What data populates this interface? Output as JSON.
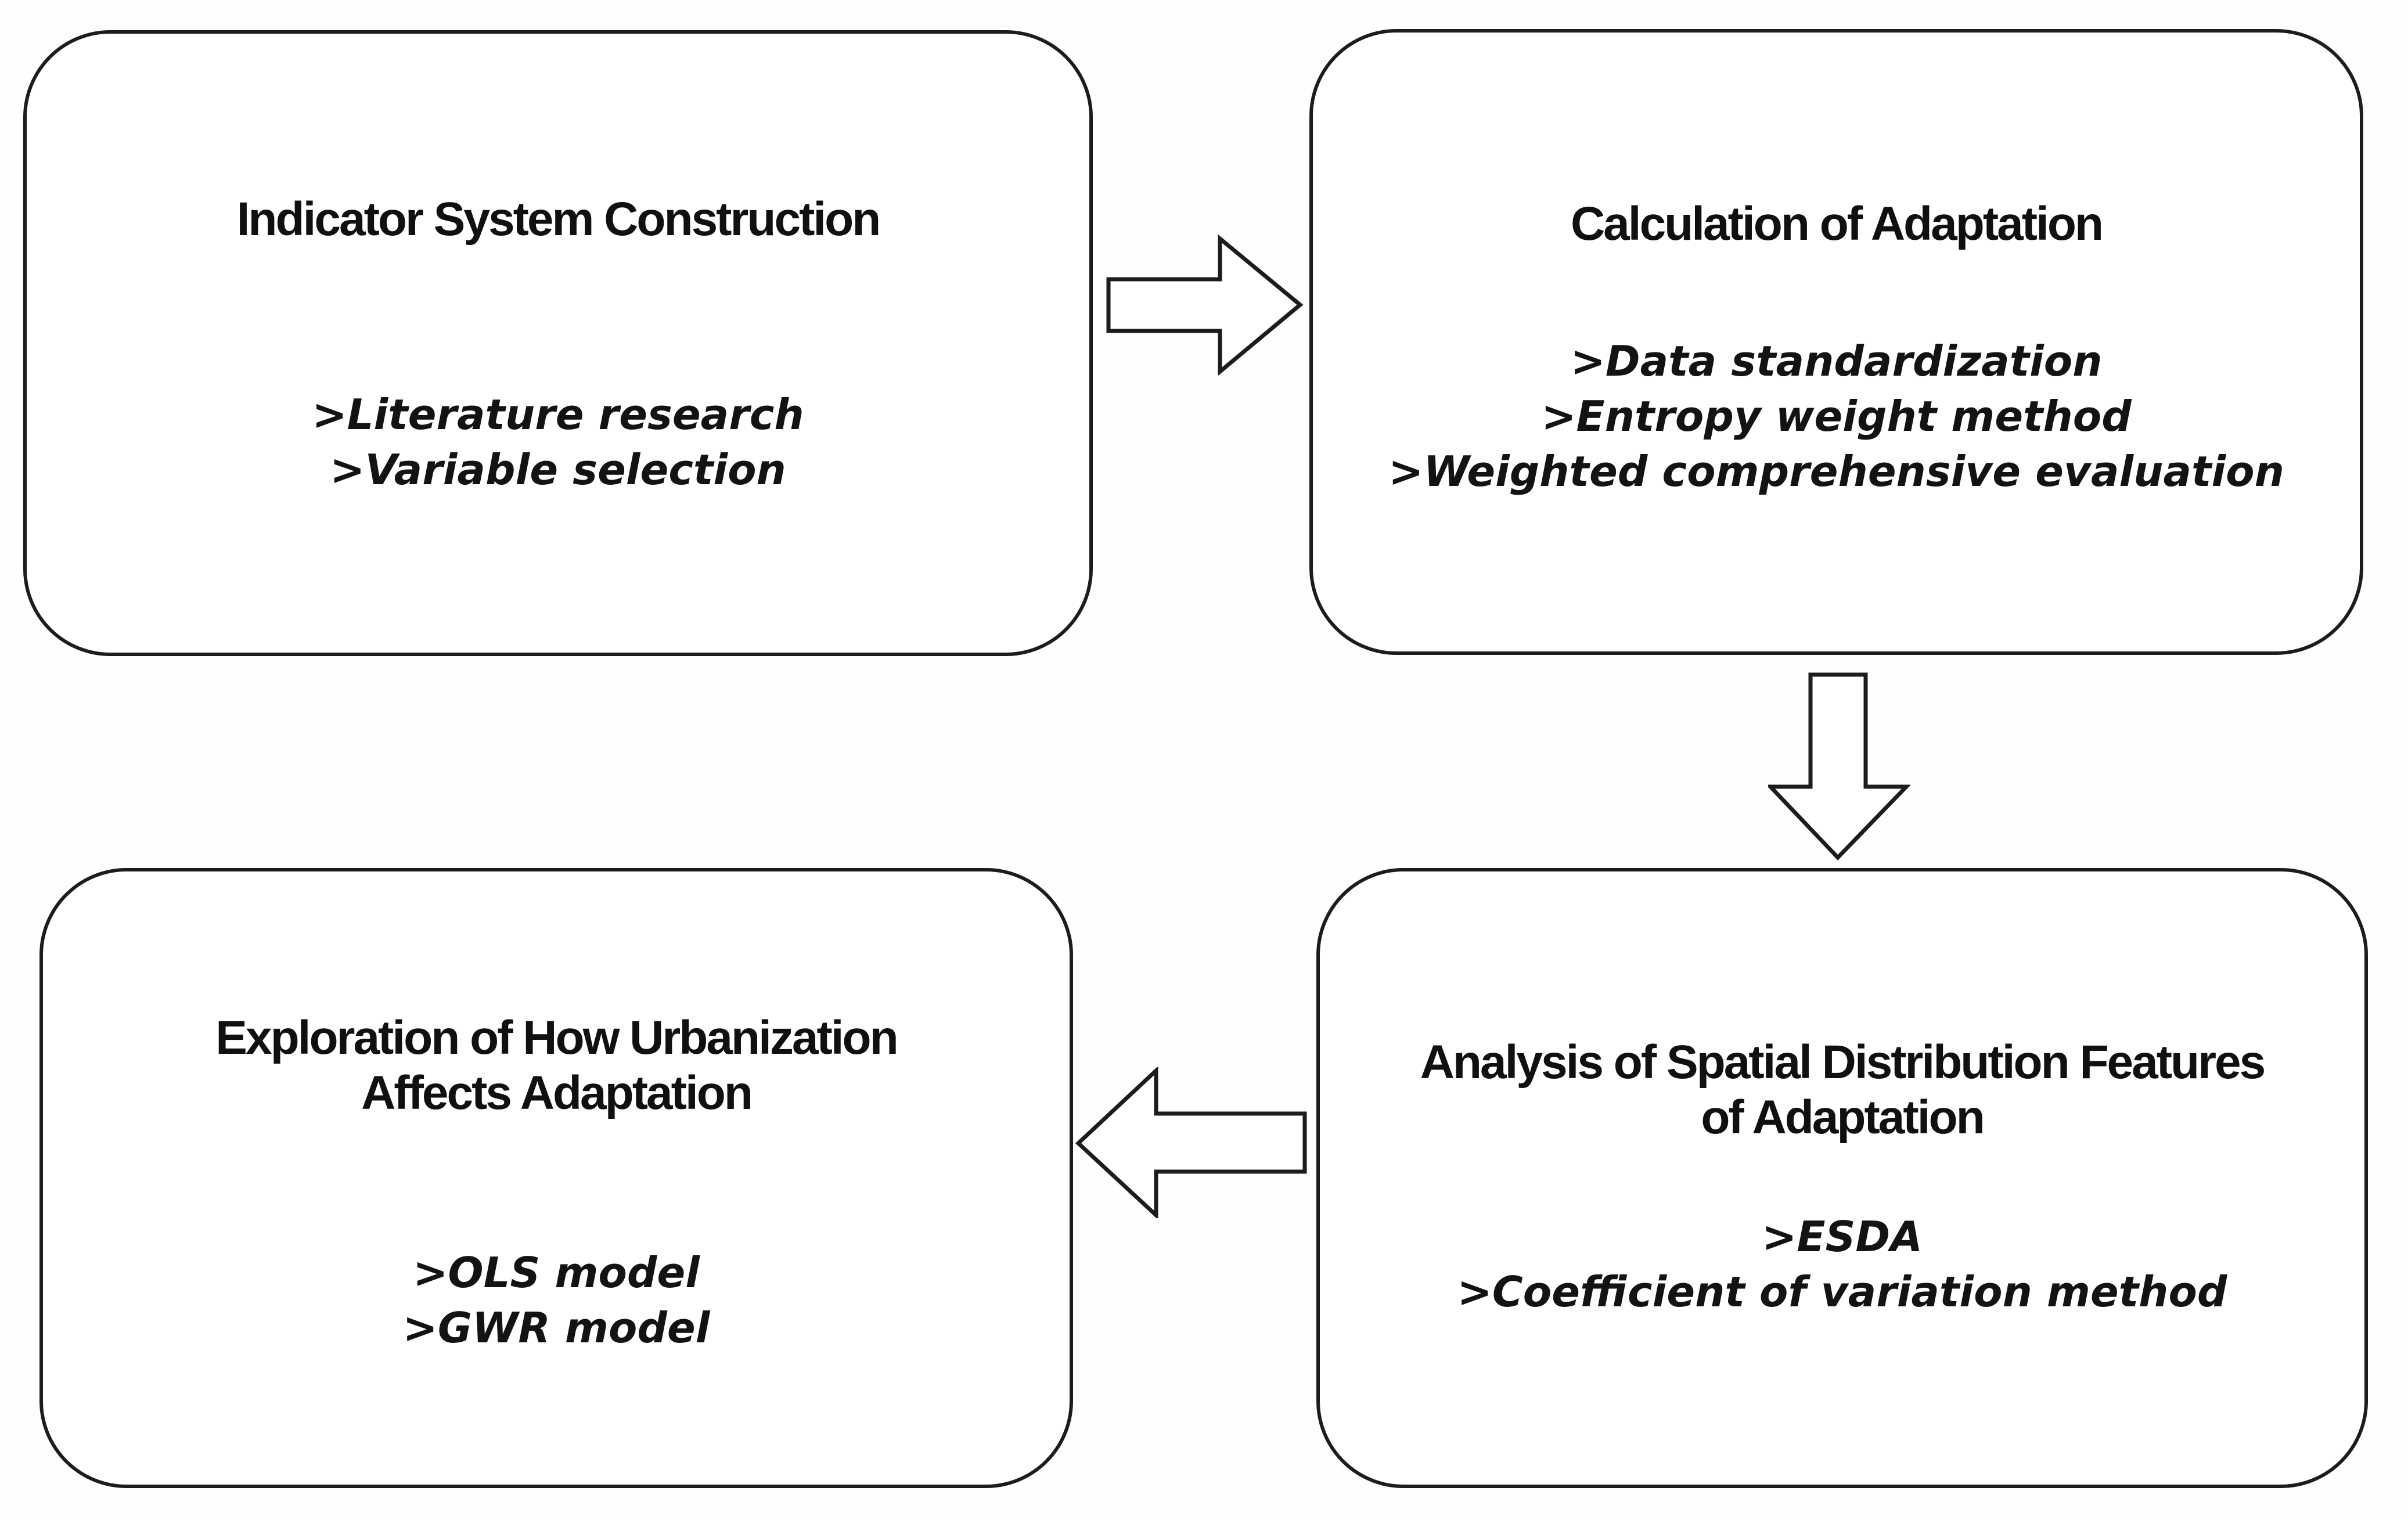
{
  "diagram": {
    "background_color": "#ffffff",
    "box_border_color": "#1c1c1c",
    "text_color": "#111111",
    "boxes": [
      {
        "id": "indicator-system-construction",
        "title": "Indicator System Construction",
        "title_lines": [
          "Indicator System Construction"
        ],
        "items": [
          ">Literature research",
          ">Variable selection"
        ]
      },
      {
        "id": "calculation-of-adaptation",
        "title": "Calculation of Adaptation",
        "title_lines": [
          "Calculation of Adaptation"
        ],
        "items": [
          ">Data standardization",
          ">Entropy weight method",
          ">Weighted comprehensive evaluation"
        ]
      },
      {
        "id": "analysis-of-spatial-distribution-features",
        "title": "Analysis of Spatial Distribution Features of Adaptation",
        "title_lines": [
          "Analysis of Spatial Distribution Features",
          "of Adaptation"
        ],
        "items": [
          ">ESDA",
          ">Coefficient of variation method"
        ]
      },
      {
        "id": "exploration-of-how-urbanization-affects-adaptation",
        "title": "Exploration of How Urbanization Affects Adaptation",
        "title_lines": [
          "Exploration of How Urbanization",
          "Affects Adaptation"
        ],
        "items": [
          ">OLS model",
          ">GWR model"
        ]
      }
    ],
    "arrows": [
      {
        "id": "arrow-right",
        "direction": "right",
        "from": "indicator-system-construction",
        "to": "calculation-of-adaptation"
      },
      {
        "id": "arrow-down",
        "direction": "down",
        "from": "calculation-of-adaptation",
        "to": "analysis-of-spatial-distribution-features"
      },
      {
        "id": "arrow-left",
        "direction": "left",
        "from": "analysis-of-spatial-distribution-features",
        "to": "exploration-of-how-urbanization-affects-adaptation"
      }
    ]
  }
}
